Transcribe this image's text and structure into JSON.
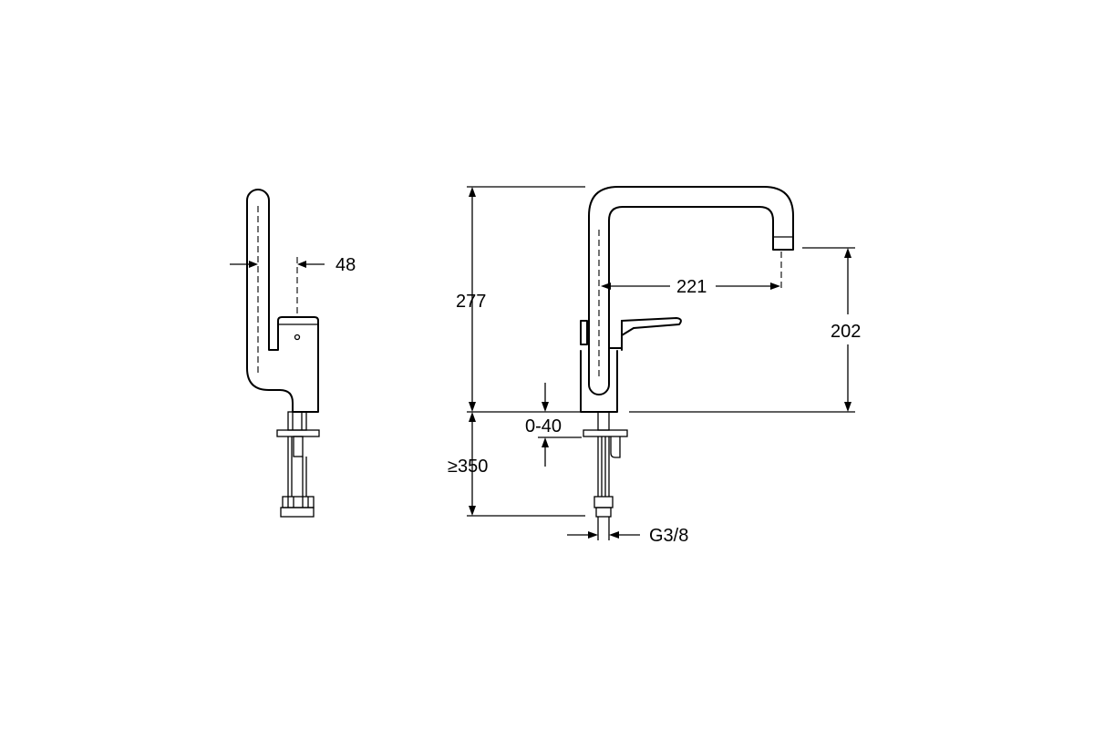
{
  "dimensions": {
    "side_offset": "48",
    "total_height": "277",
    "spout_reach": "221",
    "spout_height": "202",
    "deck_range": "0-40",
    "hose_length": "≥350",
    "thread": "G3/8"
  },
  "colors": {
    "line": "#000000",
    "background": "#ffffff"
  }
}
